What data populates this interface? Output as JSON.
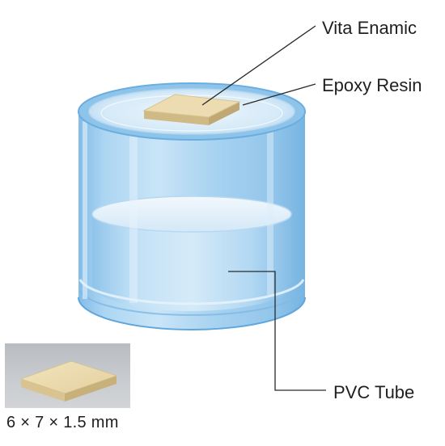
{
  "labels": {
    "vita_enamic": "Vita Enamic",
    "epoxy_resin": "Epoxy Resin",
    "pvc_tube": "PVC Tube",
    "specimen_dimensions": "6 × 7 × 1.5 mm"
  },
  "colors": {
    "tube_body": "#9dccee",
    "tube_edge": "#6aaee0",
    "resin": "#dcedf8",
    "specimen_top": "#ecdcb2",
    "specimen_side": "#d3bf8e",
    "leader_line": "#2a2a2a",
    "inset_background": "#c4c7cb"
  }
}
